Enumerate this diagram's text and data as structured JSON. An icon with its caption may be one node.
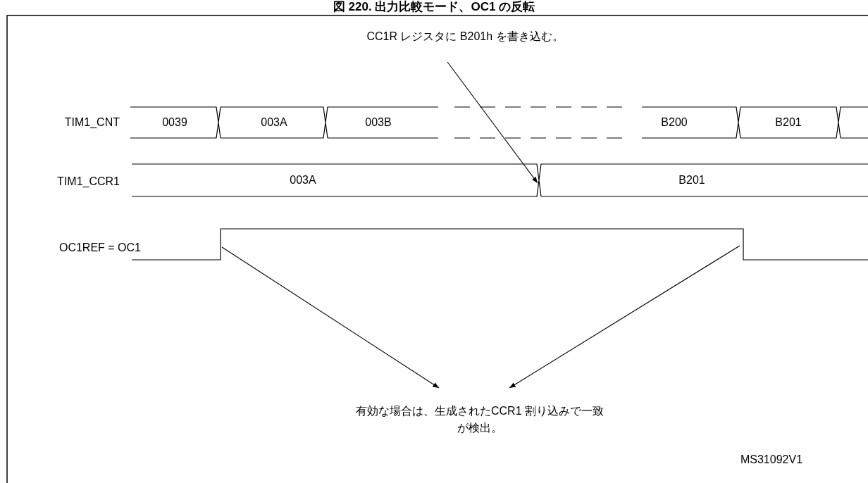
{
  "diagram": {
    "title": "図 220. 出力比較モード、OC1 の反転",
    "nodes": [
      {
        "text": [
          "CC1R レジスタに B201h を書き込む。"
        ]
      },
      {
        "text": [
          "有効な場合は、生成されたCCR1 割り込みで一致が検出。"
        ]
      }
    ],
    "edges": [
      {
        "from": 0,
        "to": null,
        "arrow": "to"
      },
      {
        "from": null,
        "to": 1,
        "arrow": "to"
      },
      {
        "from": null,
        "to": 1,
        "arrow": "to"
      }
    ],
    "labels": [
      "TIM1_CNT",
      "0039",
      "003A",
      "003B",
      "B200",
      "B201",
      "TIM1_CCR1",
      "003A",
      "B201",
      "OC1REF = OC1",
      "MS31092V1"
    ]
  }
}
